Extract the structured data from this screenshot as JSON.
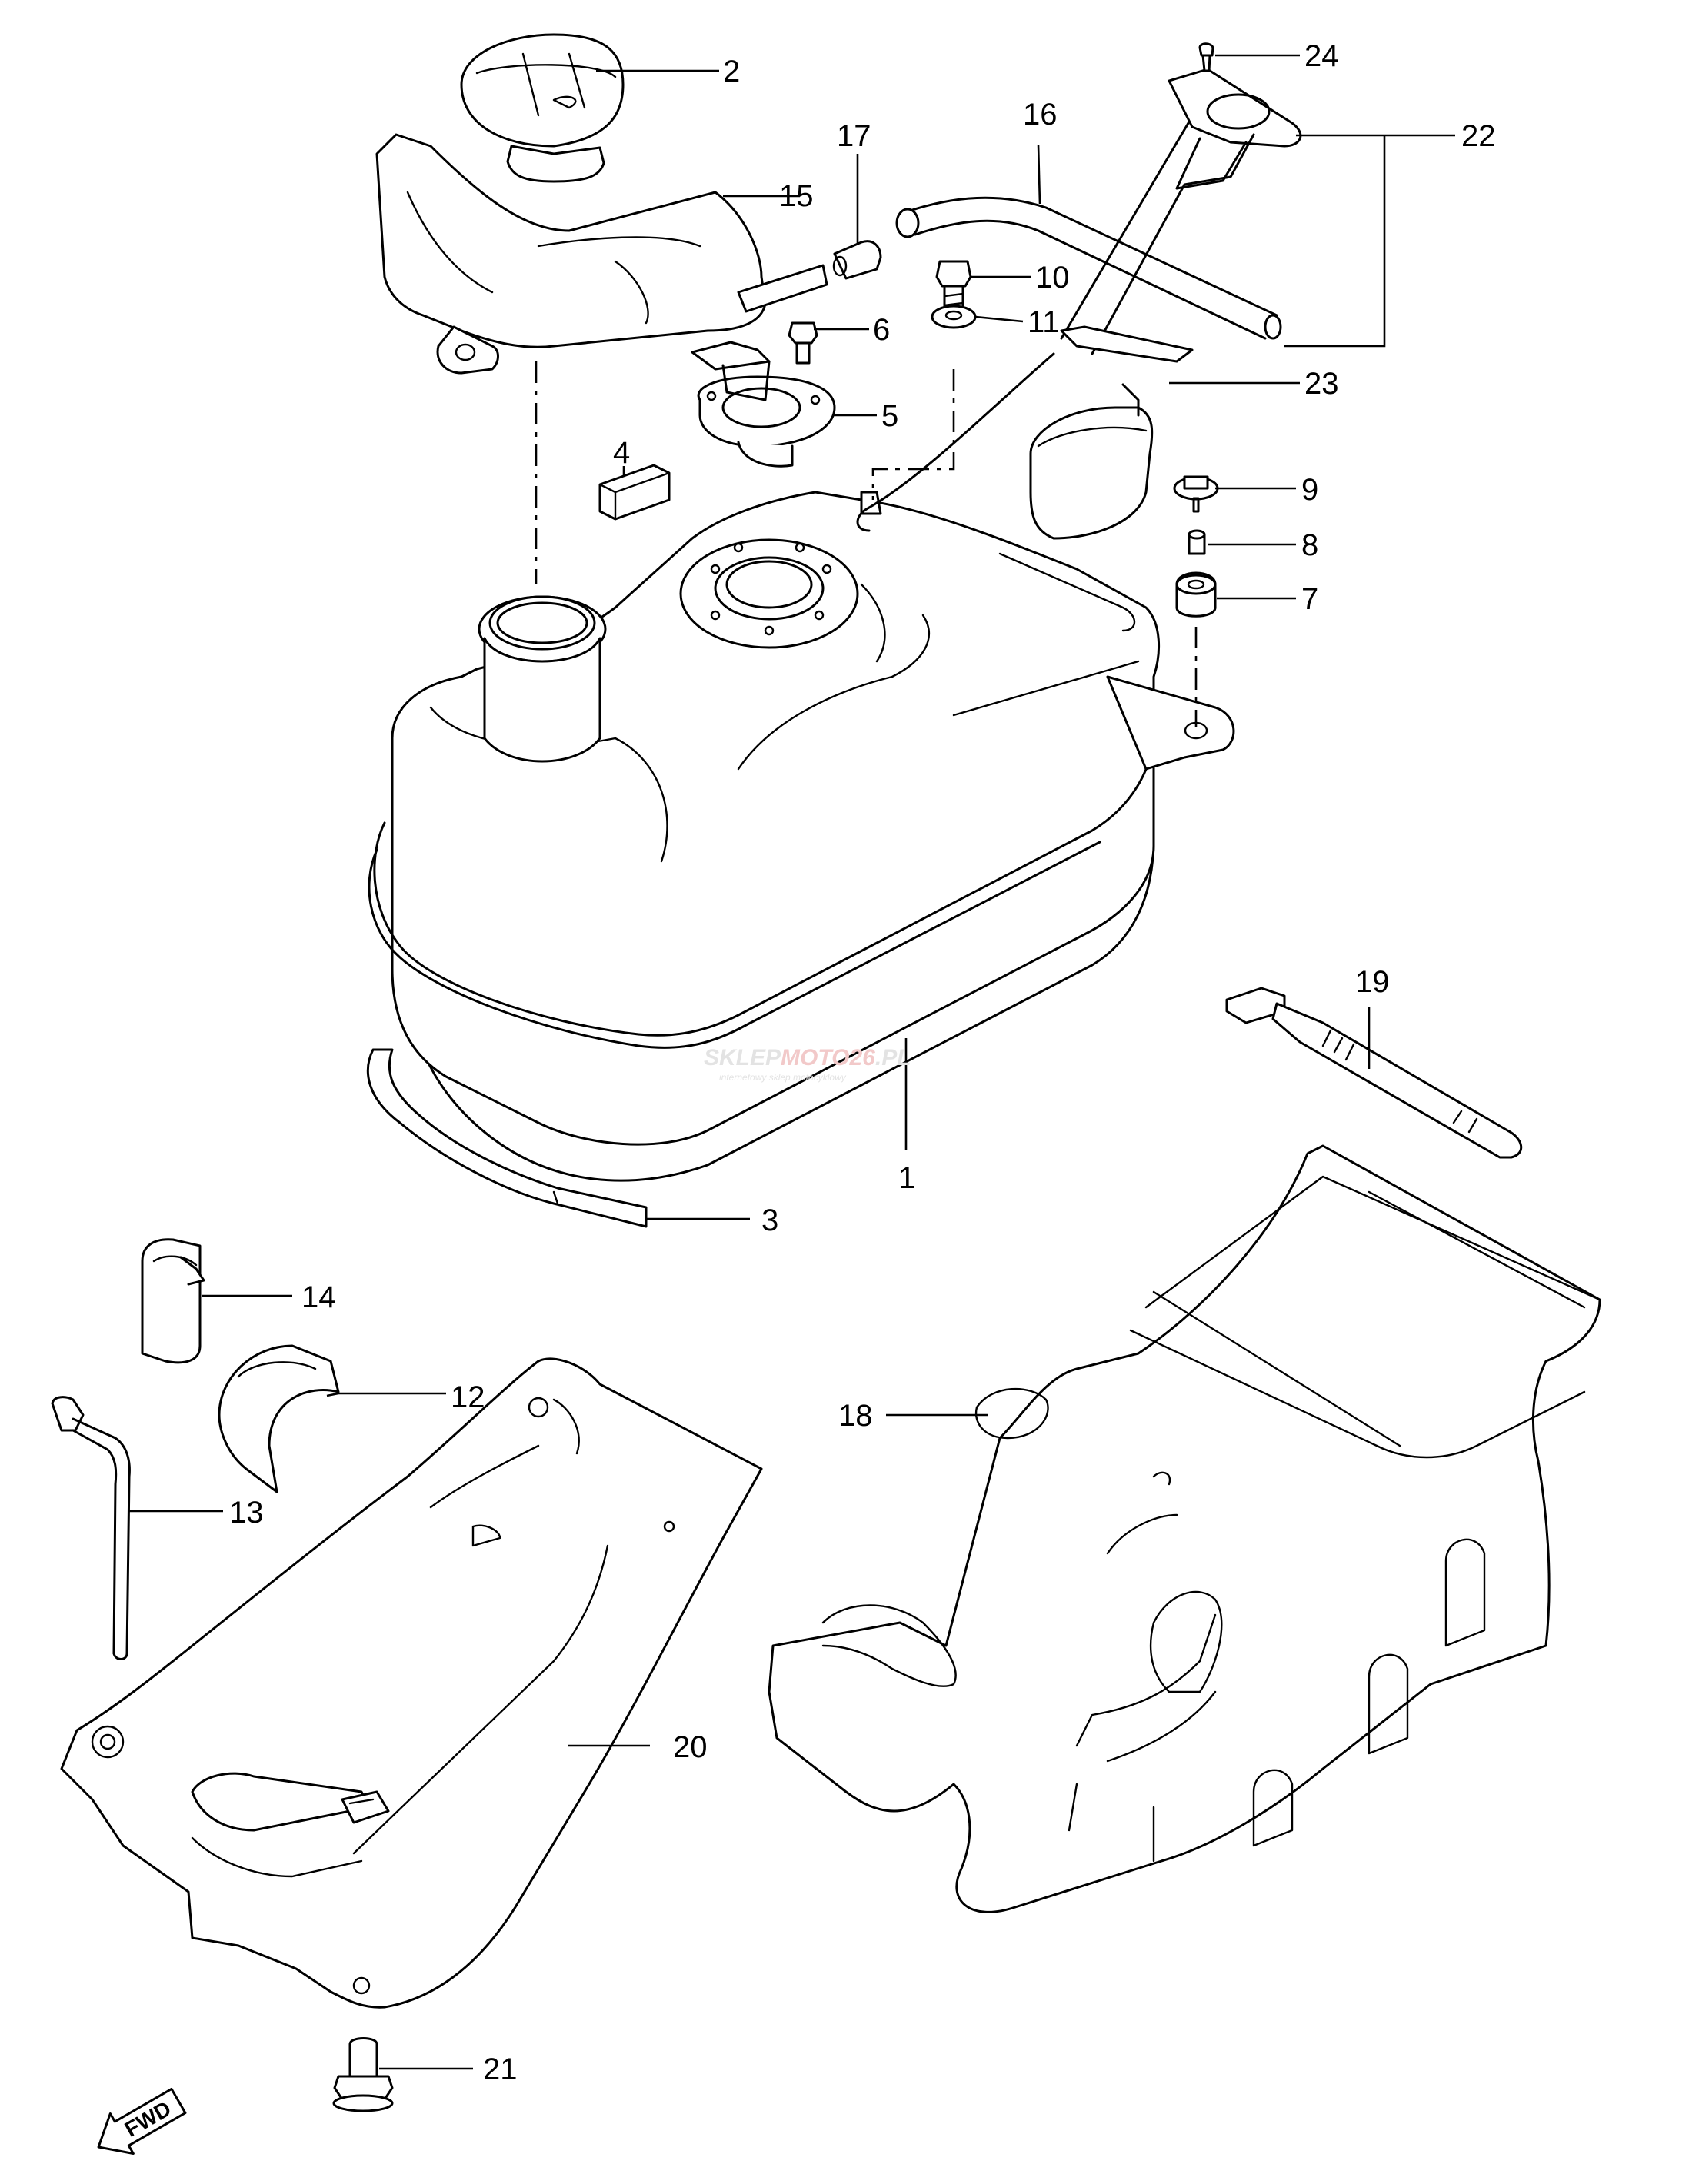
{
  "callouts": [
    {
      "id": "1",
      "text": "1"
    },
    {
      "id": "2",
      "text": "2"
    },
    {
      "id": "3",
      "text": "3"
    },
    {
      "id": "4",
      "text": "4"
    },
    {
      "id": "5",
      "text": "5"
    },
    {
      "id": "6",
      "text": "6"
    },
    {
      "id": "7",
      "text": "7"
    },
    {
      "id": "8",
      "text": "8"
    },
    {
      "id": "9",
      "text": "9"
    },
    {
      "id": "10",
      "text": "10"
    },
    {
      "id": "11",
      "text": "11"
    },
    {
      "id": "12",
      "text": "12"
    },
    {
      "id": "13",
      "text": "13"
    },
    {
      "id": "14",
      "text": "14"
    },
    {
      "id": "15",
      "text": "15"
    },
    {
      "id": "16",
      "text": "16"
    },
    {
      "id": "17",
      "text": "17"
    },
    {
      "id": "18",
      "text": "18"
    },
    {
      "id": "19",
      "text": "19"
    },
    {
      "id": "20",
      "text": "20"
    },
    {
      "id": "21",
      "text": "21"
    },
    {
      "id": "22",
      "text": "22"
    },
    {
      "id": "23",
      "text": "23"
    },
    {
      "id": "24",
      "text": "24"
    }
  ],
  "watermark": {
    "brand_start": "SKLEP",
    "brand_accent": "MOTO",
    "brand_num": "26",
    "brand_end": ".PL",
    "tagline": "internetowy sklep motocyklowy"
  },
  "direction_label": "FWD",
  "colors": {
    "line": "#000000",
    "background": "#ffffff",
    "watermark": "#e3e3e3",
    "watermark_accent": "#f2c9c9"
  }
}
